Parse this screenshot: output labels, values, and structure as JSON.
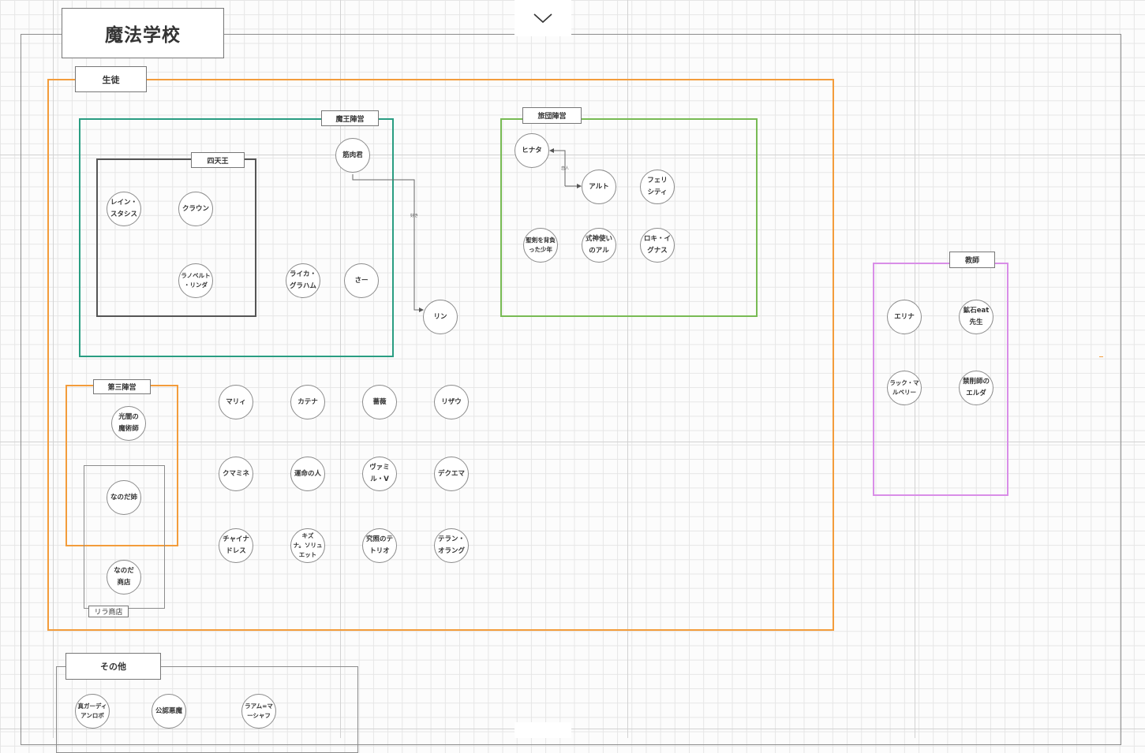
{
  "title": "魔法学校",
  "groups": {
    "students": "生徒",
    "maou": "魔王陣営",
    "shitenno": "四天王",
    "ryodan": "旅団陣営",
    "third": "第三陣営",
    "rira": "リラ商店",
    "teachers": "教師",
    "others": "その他"
  },
  "nodes": {
    "kinnikukun": "筋肉君",
    "rein": "レイン・\nスタシス",
    "clown": "クラウン",
    "ranoberuto": "ラノベルト\n・リンダ",
    "raika": "ライカ・\nグラハム",
    "saa": "さー",
    "rin": "リン",
    "hinata": "ヒナタ",
    "aruto": "アルト",
    "ferishiti": "フェリ\nシティ",
    "seiken": "聖剣を背負\nった少年",
    "shikigami": "式神使い\nのアル",
    "rokiigunasu": "ロキ・イ\nグナス",
    "hikari": "光闇の\n魔術師",
    "nanodaane": "なのだ姉",
    "nanodashop": "なのだ\n商店",
    "mari": "マリィ",
    "katena": "カテナ",
    "baraya": "薔薇",
    "rizau": "リザウ",
    "kumamine": "クマミネ",
    "unmei": "運命の人",
    "vamiru": "ヴァミ\nル・V",
    "dekuema": "デクエマ",
    "chaina": "チャイナ\nドレス",
    "kizuna": "キズ\nナ。ソリュ\nエット",
    "kyukyoku": "究照のテ\nトリオ",
    "teran": "テラン・\nオラング",
    "erina": "エリナ",
    "kouseki": "鉱石eat\n先生",
    "rakku": "ラック・マ\nルベリー",
    "kinjutsu": "禁削師の\nエルダ",
    "shingadi": "真ガーディ\nアンロボ",
    "koshiki": "公認悪魔",
    "raamu": "ラアム=マ\nーシャフ"
  },
  "edges": {
    "kinniku_rin": "好き",
    "hinata_aruto": "恋人"
  },
  "icons": {
    "collapse": "chevron-down-icon"
  },
  "colors": {
    "students_frame": "#f39c3b",
    "maou_frame": "#2a9d82",
    "ryodan_frame": "#78bb54",
    "teachers_frame": "#d98ee8",
    "third_frame": "#f39c3b"
  }
}
